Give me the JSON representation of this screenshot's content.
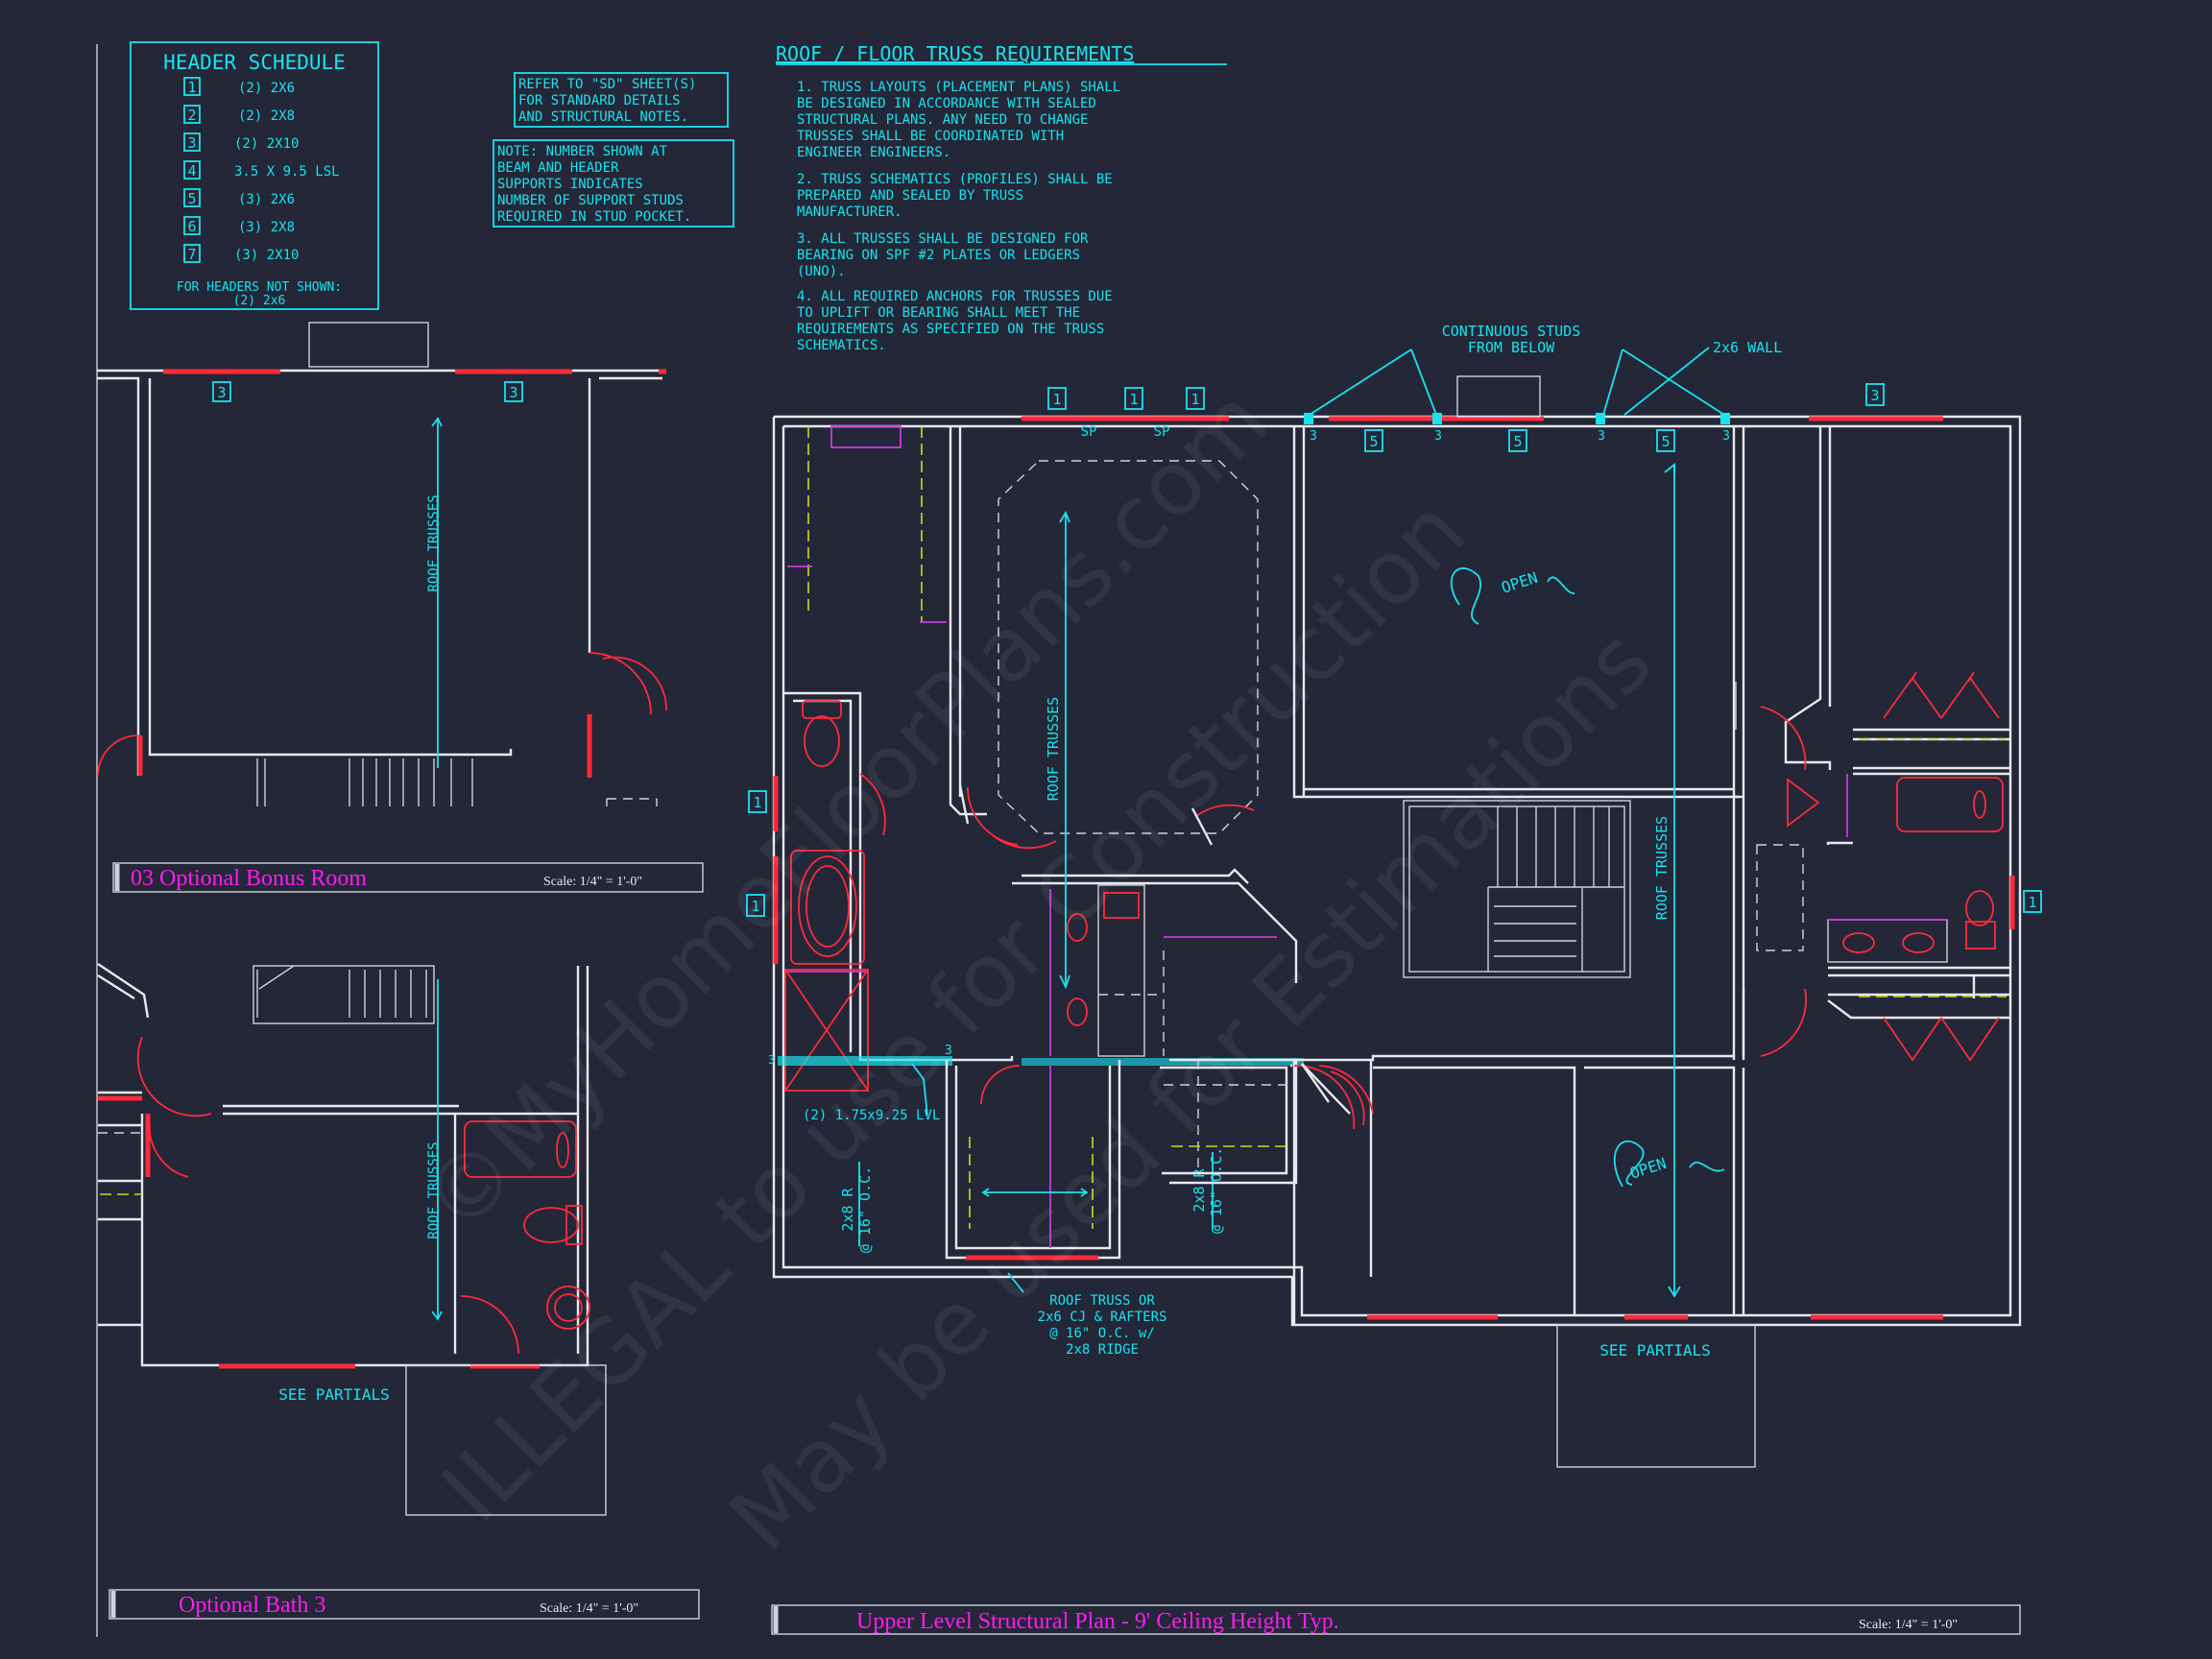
{
  "header_schedule": {
    "title": "HEADER SCHEDULE",
    "rows": [
      {
        "num": "1",
        "spec": "(2) 2X6"
      },
      {
        "num": "2",
        "spec": "(2) 2X8"
      },
      {
        "num": "3",
        "spec": "(2) 2X10"
      },
      {
        "num": "4",
        "spec": "3.5 X 9.5 LSL"
      },
      {
        "num": "5",
        "spec": "(3) 2X6"
      },
      {
        "num": "6",
        "spec": "(3) 2X8"
      },
      {
        "num": "7",
        "spec": "(3) 2X10"
      }
    ],
    "footer_1": "FOR HEADERS NOT SHOWN:",
    "footer_2": "(2) 2x6"
  },
  "notes": {
    "refer_lines": [
      "REFER TO \"SD\" SHEET(S)",
      "FOR STANDARD DETAILS",
      "AND STRUCTURAL NOTES."
    ],
    "note_lines": [
      "NOTE: NUMBER SHOWN AT",
      "BEAM AND HEADER",
      "SUPPORTS INDICATES",
      "NUMBER OF SUPPORT STUDS",
      "REQUIRED IN STUD POCKET."
    ]
  },
  "truss_requirements": {
    "title": "ROOF / FLOOR  TRUSS REQUIREMENTS",
    "items": [
      [
        "1. TRUSS LAYOUTS (PLACEMENT PLANS) SHALL",
        "BE DESIGNED IN ACCORDANCE WITH SEALED",
        "STRUCTURAL PLANS. ANY NEED TO CHANGE",
        "TRUSSES SHALL BE COORDINATED WITH",
        "ENGINEER ENGINEERS."
      ],
      [
        "2. TRUSS SCHEMATICS (PROFILES) SHALL BE",
        "PREPARED AND SEALED BY TRUSS",
        "MANUFACTURER."
      ],
      [
        "3. ALL TRUSSES SHALL BE DESIGNED FOR",
        "BEARING ON SPF #2 PLATES OR LEDGERS",
        "(UNO)."
      ],
      [
        "4. ALL REQUIRED ANCHORS FOR TRUSSES DUE",
        "TO UPLIFT OR BEARING SHALL MEET THE",
        "REQUIREMENTS AS SPECIFIED ON THE TRUSS",
        "SCHEMATICS."
      ]
    ]
  },
  "labels": {
    "continuous_studs_1": "CONTINUOUS STUDS",
    "continuous_studs_2": "FROM BELOW",
    "wall_2x6": "2x6 WALL",
    "roof_trusses": "ROOF TRUSSES",
    "open": "OPEN",
    "see_partials": "SEE PARTIALS",
    "sp": "SP",
    "lvl": "(2) 1.75x9.25 LVL",
    "rafter_1": "2x8 R",
    "rafter_2": "@ 16\" O.C.",
    "roof_truss_note": [
      "ROOF TRUSS OR",
      "2x6 CJ & RAFTERS",
      "@ 16\" O.C. w/",
      "2x8 RIDGE"
    ],
    "n1": "1",
    "n3": "3",
    "n5": "5"
  },
  "title_blocks": {
    "bonus": {
      "title": "03  Optional Bonus Room",
      "scale": "Scale: 1/4\" = 1'-0\""
    },
    "bath": {
      "title": "Optional Bath 3",
      "scale": "Scale: 1/4\" = 1'-0\""
    },
    "main": {
      "title": "Upper Level Structural Plan - 9' Ceiling Height Typ.",
      "scale": "Scale: 1/4\" = 1'-0\""
    }
  },
  "watermark": {
    "line_1": "©MyHomeFloorPlans.com",
    "line_2": "ILLEGAL to use for Construction",
    "line_3": "May be used for Estimations"
  },
  "colors": {
    "background": "#232738",
    "cyan": "#19e3ee",
    "magenta": "#ff1cf0",
    "red": "#ff2a3a"
  }
}
